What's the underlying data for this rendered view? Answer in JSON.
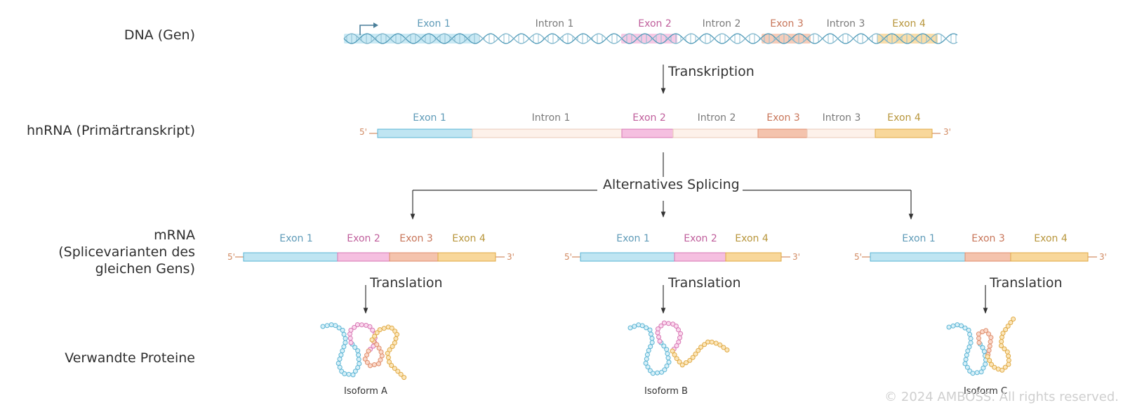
{
  "colors": {
    "exon1": "#bfe5f2",
    "exon1_stroke": "#5ab4d4",
    "exon1_text": "#5f9bb8",
    "exon2": "#f5bfe0",
    "exon2_stroke": "#d777b4",
    "exon2_text": "#c05f9c",
    "exon3": "#f4c3ad",
    "exon3_stroke": "#df8e6d",
    "exon3_text": "#c8765a",
    "exon4": "#f8d79a",
    "exon4_stroke": "#e0aa45",
    "exon4_text": "#b8963c",
    "intron": "#fdf1ea",
    "intron_text": "#7a7a7a",
    "dna_strand": "#4f9ab8",
    "arrow": "#333333"
  },
  "row_labels": {
    "dna": [
      "DNA (Gen)"
    ],
    "hnrna": [
      "hnRNA (Primärtranskript)"
    ],
    "mrna": [
      "mRNA",
      "(Splicevarianten des",
      "gleichen Gens)"
    ],
    "proteins": [
      "Verwandte Proteine"
    ]
  },
  "dna": {
    "segments": [
      "Exon 1",
      "Intron 1",
      "Exon 2",
      "Intron 2",
      "Exon 3",
      "Intron 3",
      "Exon 4"
    ]
  },
  "steps": {
    "transcription": "Transkription",
    "splicing": "Alternatives Splicing",
    "translation": "Translation"
  },
  "hnrna": {
    "five_prime": "5'",
    "three_prime": "3'",
    "segments": [
      "Exon 1",
      "Intron 1",
      "Exon 2",
      "Intron 2",
      "Exon 3",
      "Intron 3",
      "Exon 4"
    ]
  },
  "mrna_variants": [
    {
      "segments": [
        "Exon 1",
        "Exon 2",
        "Exon 3",
        "Exon 4"
      ],
      "five_prime": "5'",
      "three_prime": "3'"
    },
    {
      "segments": [
        "Exon 1",
        "Exon 2",
        "Exon 4"
      ],
      "five_prime": "5'",
      "three_prime": "3'"
    },
    {
      "segments": [
        "Exon 1",
        "Exon 3",
        "Exon 4"
      ],
      "five_prime": "5'",
      "three_prime": "3'"
    }
  ],
  "isoforms": [
    "Isoform A",
    "Isoform B",
    "Isoform C"
  ],
  "copyright": "© 2024 AMBOSS. All rights reserved."
}
